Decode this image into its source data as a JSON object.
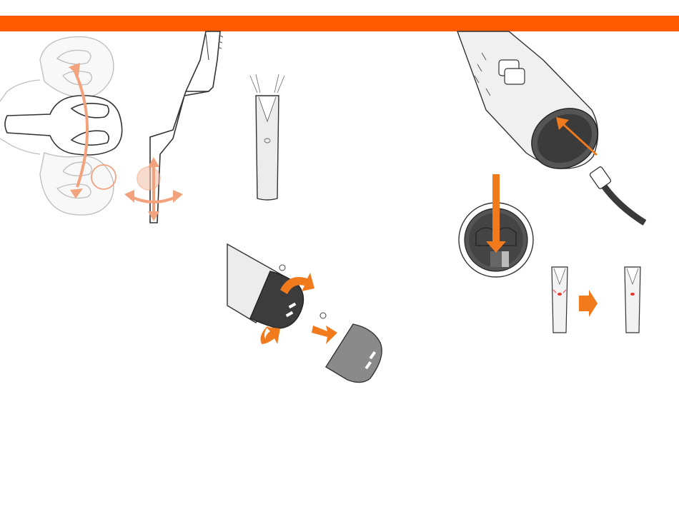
{
  "colors": {
    "header_bar": "#ff5a00",
    "arrow_orange": "#f07a1c",
    "arrow_light": "#f2a27c",
    "device_fill": "#efefef",
    "device_stroke": "#3a3a3a",
    "cap_dark": "#3c3c3c",
    "cap_grey": "#8a8a8a",
    "cable": "#3a3a3a",
    "indicator_red": "#e8352b"
  },
  "icons": [
    "head-rotate-arrows",
    "arm-adjust-arrows",
    "device-light-rays",
    "cap-twist-arrows",
    "cap-remove-arrow",
    "charge-cable",
    "battery-insert-arrow",
    "indicator-transition-arrow"
  ]
}
